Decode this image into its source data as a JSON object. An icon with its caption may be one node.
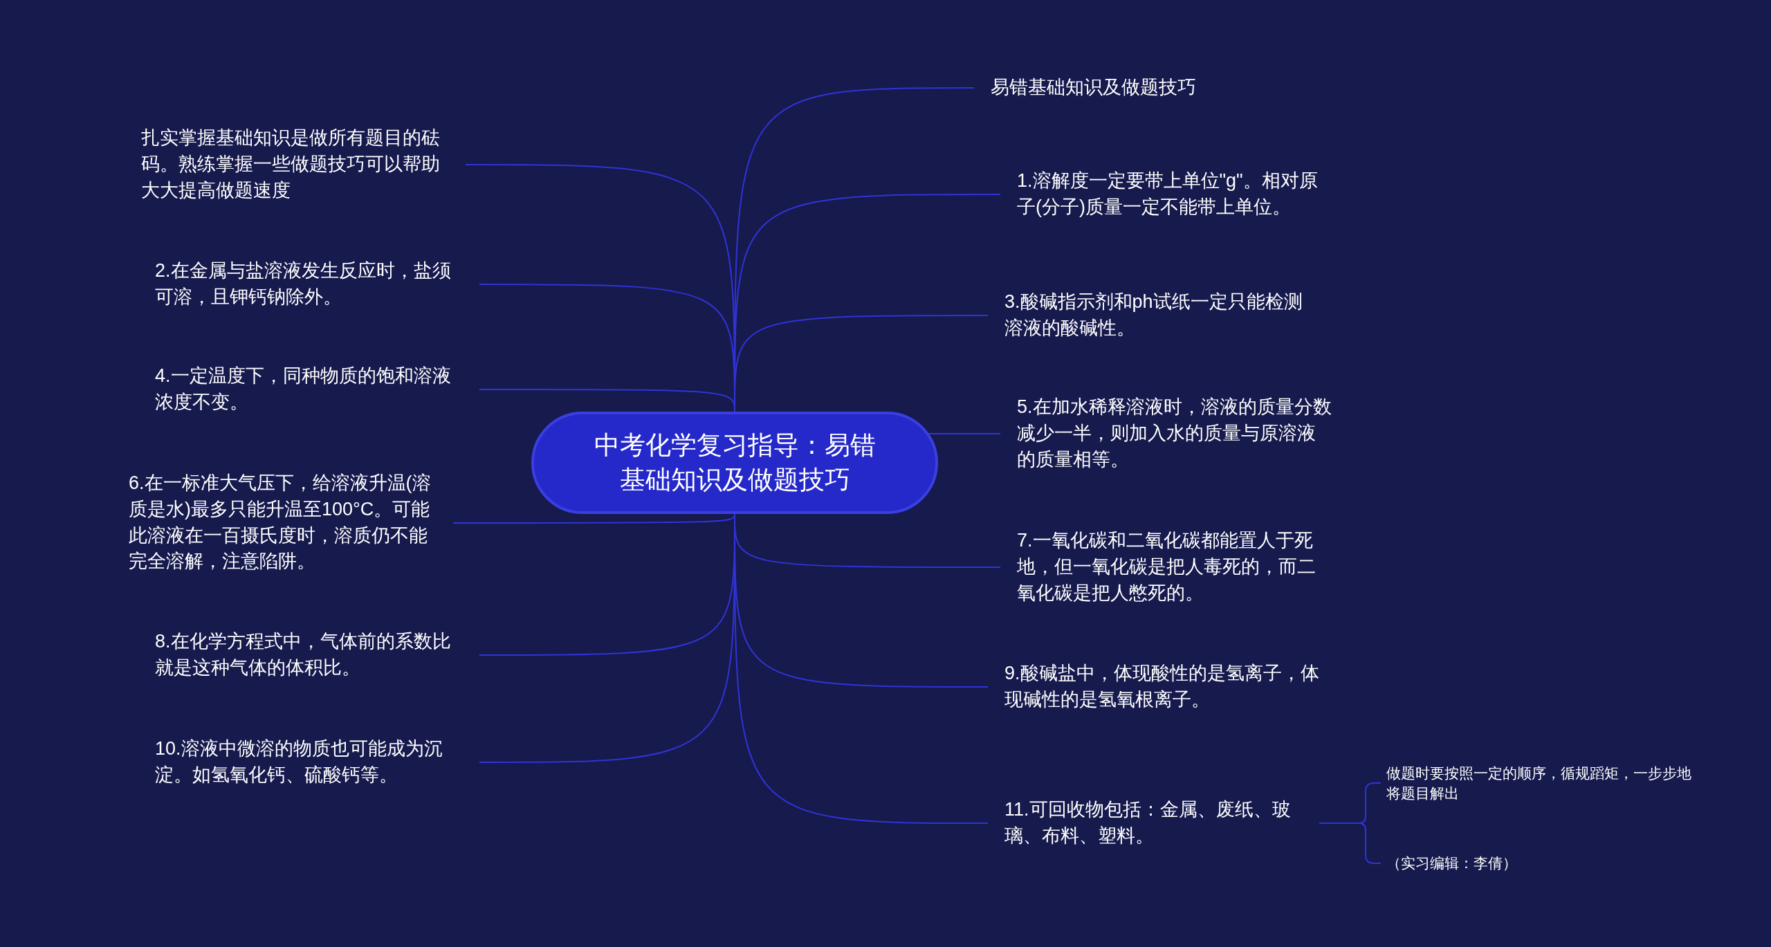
{
  "diagram": {
    "nodes": [
      {
        "text": [
          "中考化学复习指导：易错基础知识及做题技巧"
        ]
      },
      {
        "text": [
          "扎实掌握基础知识是做所有题目的砝码。熟练掌握一些做题技巧可以帮助大大提高做题速度"
        ]
      },
      {
        "text": [
          "2.在金属与盐溶液发生反应时，盐须可溶，且钾钙钠除外。"
        ]
      },
      {
        "text": [
          "4.一定温度下，同种物质的饱和溶液浓度不变。"
        ]
      },
      {
        "text": [
          "6.在一标准大气压下，给溶液升温(溶质是水)最多只能升温至100°C。可能此溶液在一百摄氏度时，溶质仍不能完全溶解，注意陷阱。"
        ]
      },
      {
        "text": [
          "8.在化学方程式中，气体前的系数比就是这种气体的体积比。"
        ]
      },
      {
        "text": [
          "10.溶液中微溶的物质也可能成为沉淀。如氢氧化钙、硫酸钙等。"
        ]
      },
      {
        "text": [
          "易错基础知识及做题技巧"
        ]
      },
      {
        "text": [
          "1.溶解度一定要带上单位\"g\"。相对原子(分子)质量一定不能带上单位。"
        ]
      },
      {
        "text": [
          "3.酸碱指示剂和ph试纸一定只能检测溶液的酸碱性。"
        ]
      },
      {
        "text": [
          "5.在加水稀释溶液时，溶液的质量分数减少一半，则加入水的质量与原溶液的质量相等。"
        ]
      },
      {
        "text": [
          "7.一氧化碳和二氧化碳都能置人于死地，但一氧化碳是把人毒死的，而二氧化碳是把人憋死的。"
        ]
      },
      {
        "text": [
          "9.酸碱盐中，体现酸性的是氢离子，体现碱性的是氢氧根离子。"
        ]
      },
      {
        "text": [
          "11.可回收物包括：金属、废纸、玻璃、布料、塑料。"
        ]
      },
      {
        "text": [
          "做题时要按照一定的顺序，循规蹈矩，一步步地将题目解出"
        ]
      },
      {
        "text": [
          "（实习编辑：李倩）"
        ]
      }
    ],
    "edges": [
      {
        "from": 0,
        "to": 1,
        "arrow": "none"
      },
      {
        "from": 0,
        "to": 2,
        "arrow": "none"
      },
      {
        "from": 0,
        "to": 3,
        "arrow": "none"
      },
      {
        "from": 0,
        "to": 4,
        "arrow": "none"
      },
      {
        "from": 0,
        "to": 5,
        "arrow": "none"
      },
      {
        "from": 0,
        "to": 6,
        "arrow": "none"
      },
      {
        "from": 0,
        "to": 7,
        "arrow": "none"
      },
      {
        "from": 0,
        "to": 8,
        "arrow": "none"
      },
      {
        "from": 0,
        "to": 9,
        "arrow": "none"
      },
      {
        "from": 0,
        "to": 10,
        "arrow": "none"
      },
      {
        "from": 0,
        "to": 11,
        "arrow": "none"
      },
      {
        "from": 0,
        "to": 12,
        "arrow": "none"
      },
      {
        "from": 0,
        "to": 13,
        "arrow": "none"
      },
      {
        "from": 13,
        "to": 14,
        "arrow": "none"
      },
      {
        "from": 13,
        "to": 15,
        "arrow": "none"
      }
    ]
  }
}
